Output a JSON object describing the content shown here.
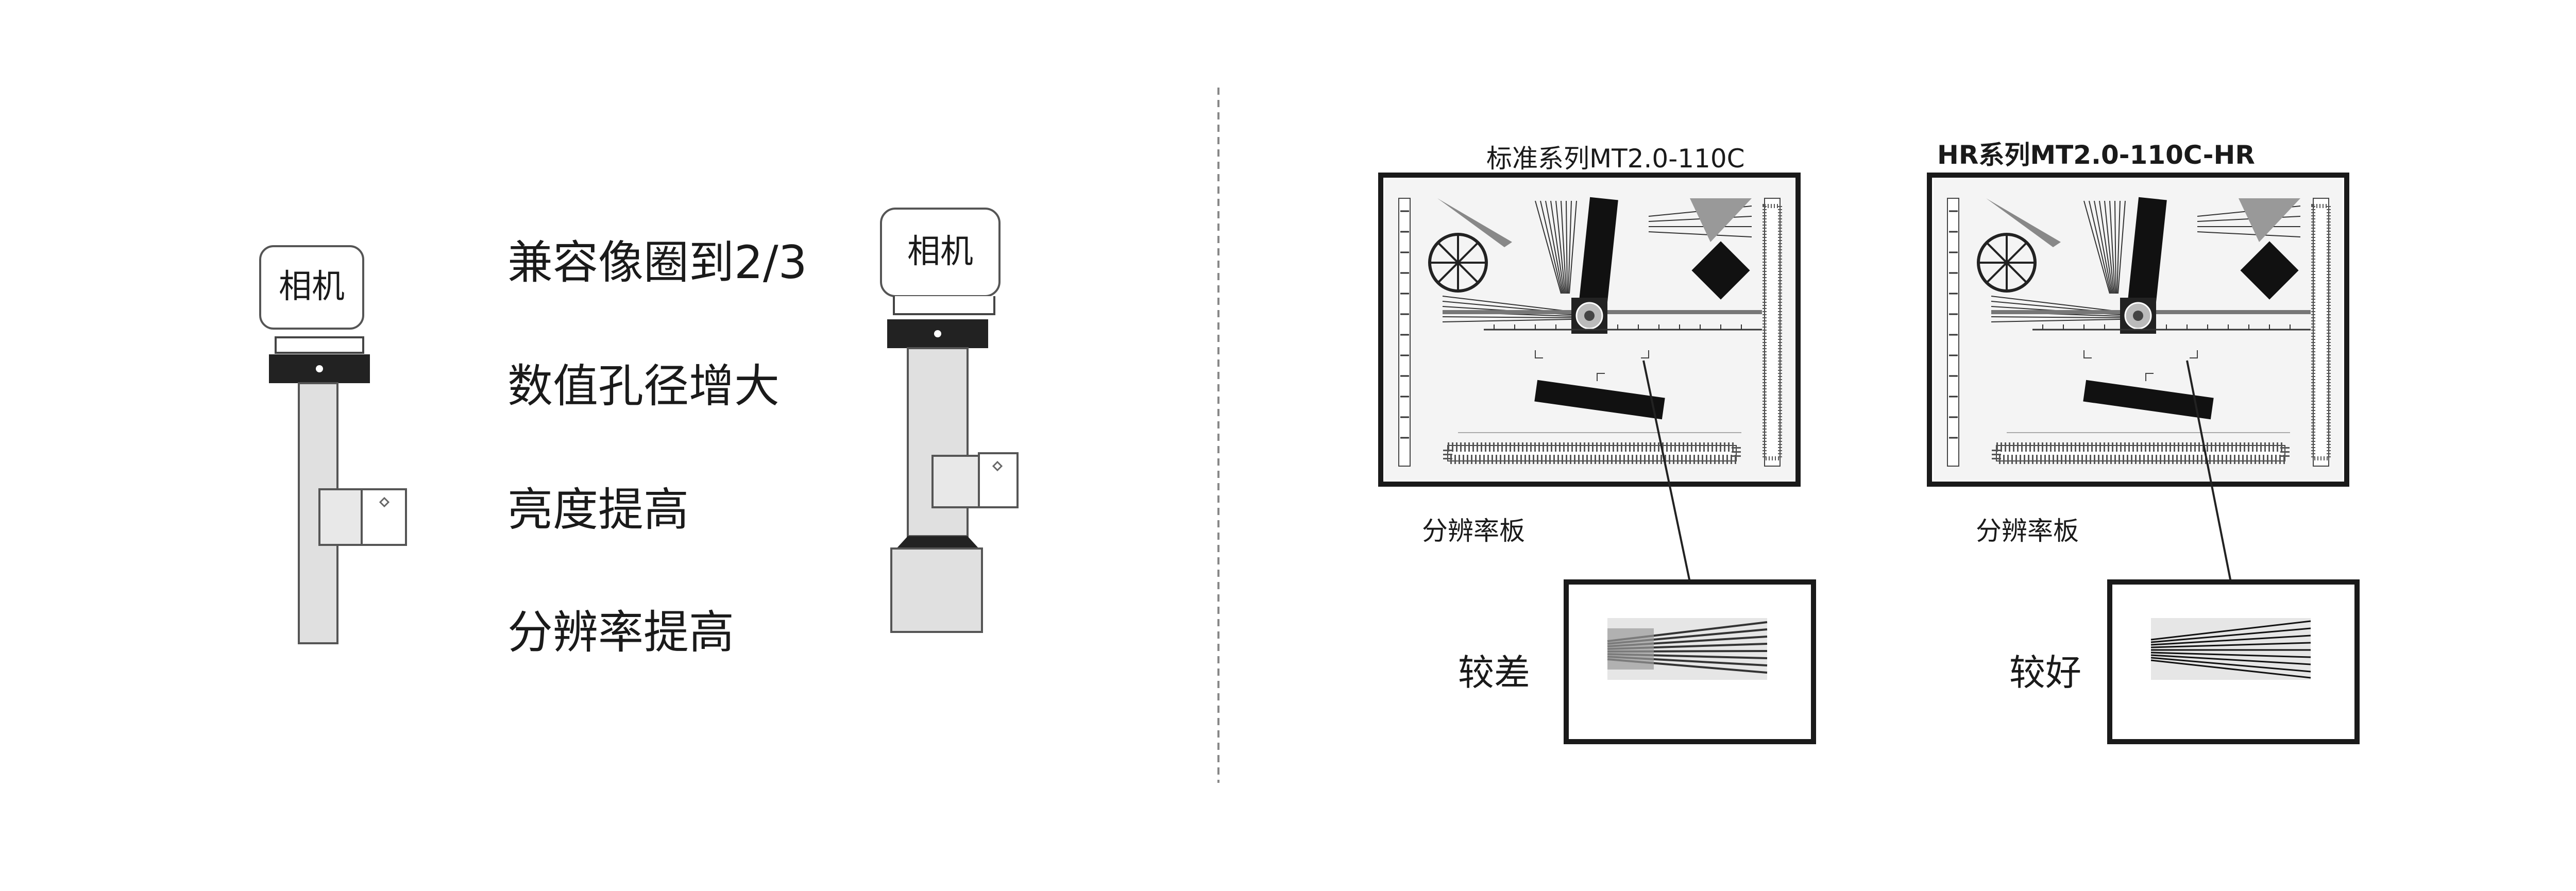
{
  "left_panel": {
    "camera_label_left": "相机",
    "camera_label_right": "相机",
    "features": [
      "兼容像圈到2/3",
      "数值孔径增大",
      "亮度提高",
      "分辨率提高"
    ]
  },
  "right_panel": {
    "chart_standard": {
      "title": "标准系列MT2.0-110C",
      "board_label": "分辨率板",
      "result_label": "较差"
    },
    "chart_hr": {
      "title": "HR系列MT2.0-110C-HR",
      "board_label": "分辨率板",
      "result_label": "较好"
    }
  },
  "colors": {
    "line": "#333333",
    "mount_black": "#222222",
    "barrel_fill": "#e0e0e0",
    "camera_fill": "#ffffff",
    "divider": "#888888"
  },
  "icons": [
    "camera-icon",
    "lens-barrel-icon",
    "resolution-target-icon",
    "magnified-lines-icon"
  ]
}
